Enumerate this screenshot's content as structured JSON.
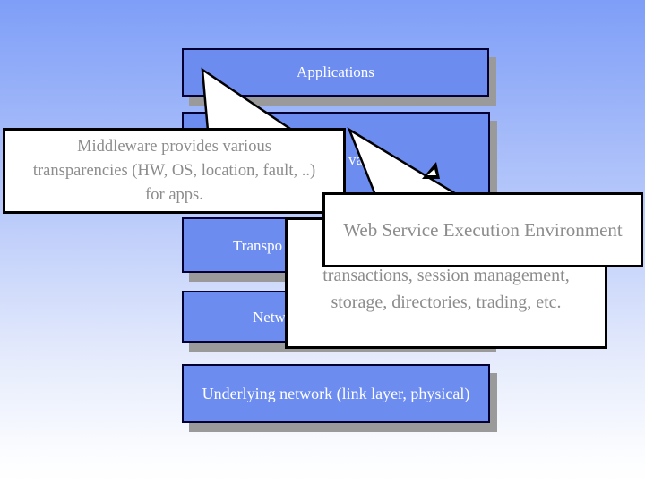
{
  "slide": {
    "layers": {
      "applications": {
        "label": "Applications"
      },
      "middleware": {
        "visible_label_fragment": "va"
      },
      "transport": {
        "visible_label_fragment": "Transpo"
      },
      "network": {
        "visible_label_fragment": "Netw"
      },
      "underlying": {
        "label": "Underlying network (link layer, physical)"
      }
    },
    "callouts": {
      "middleware_note": {
        "lines": [
          "Middleware provides various",
          "transparencies (HW, OS, location, fault, ..)",
          "for apps."
        ]
      },
      "wsee_note": {
        "title": "Web Service Execution Environment"
      },
      "services_note": {
        "lines": [
          "transactions, session management,",
          "storage, directories, trading, etc."
        ]
      }
    },
    "colors": {
      "background_top": "#7e9ef7",
      "background_bottom": "#ffffff",
      "layer_fill": "#6d8cf0",
      "layer_border": "#000033",
      "layer_text": "#ffffff",
      "shadow": "#9a9a9a",
      "callout_fill": "#ffffff",
      "callout_border": "#000000",
      "callout_text": "#8c8c8c"
    }
  }
}
